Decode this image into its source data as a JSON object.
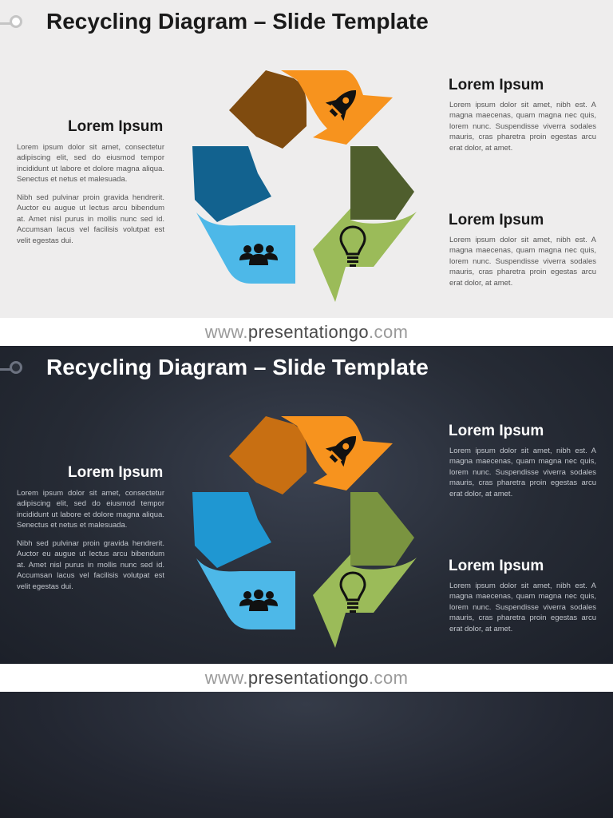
{
  "slides": [
    {
      "theme": "light",
      "title": "Recycling Diagram – Slide Template",
      "left": {
        "heading": "Lorem Ipsum",
        "para1": "Lorem ipsum dolor sit amet, consectetur adipiscing elit, sed do eiusmod tempor incididunt ut labore et dolore magna aliqua. Senectus et netus et malesuada.",
        "para2": "Nibh sed pulvinar proin gravida hendrerit. Auctor eu augue ut lectus arcu bibendum at. Amet nisl purus in mollis nunc sed id. Accumsan lacus vel facilisis volutpat est velit egestas dui."
      },
      "right_top": {
        "heading": "Lorem Ipsum",
        "para": "Lorem ipsum dolor sit amet, nibh est. A magna maecenas, quam magna nec quis, lorem nunc. Suspendisse viverra sodales mauris, cras pharetra proin egestas arcu erat dolor, at amet."
      },
      "right_bottom": {
        "heading": "Lorem Ipsum",
        "para": "Lorem ipsum dolor sit amet, nibh est. A magna maecenas, quam magna nec quis, lorem nunc. Suspendisse viverra sodales mauris, cras pharetra proin egestas arcu erat dolor, at amet."
      },
      "colors": {
        "orange": "#f7931e",
        "orange_tail": "#7f4b0f",
        "green": "#9bbb59",
        "green_tail": "#4f5e2d",
        "blue": "#4db8e8",
        "blue_tail": "#12628f"
      },
      "icons": [
        "rocket-icon",
        "lightbulb-icon",
        "people-icon"
      ]
    },
    {
      "theme": "dark",
      "title": "Recycling Diagram – Slide Template",
      "left": {
        "heading": "Lorem Ipsum",
        "para1": "Lorem ipsum dolor sit amet, consectetur adipiscing elit, sed do eiusmod tempor incididunt ut labore et dolore magna aliqua. Senectus et netus et malesuada.",
        "para2": "Nibh sed pulvinar proin gravida hendrerit. Auctor eu augue ut lectus arcu bibendum at. Amet nisl purus in mollis nunc sed id. Accumsan lacus vel facilisis volutpat est velit egestas dui."
      },
      "right_top": {
        "heading": "Lorem Ipsum",
        "para": "Lorem ipsum dolor sit amet, nibh est. A magna maecenas, quam magna nec quis, lorem nunc. Suspendisse viverra sodales mauris, cras pharetra proin egestas arcu erat dolor, at amet."
      },
      "right_bottom": {
        "heading": "Lorem Ipsum",
        "para": "Lorem ipsum dolor sit amet, nibh est. A magna maecenas, quam magna nec quis, lorem nunc. Suspendisse viverra sodales mauris, cras pharetra proin egestas arcu erat dolor, at amet."
      },
      "colors": {
        "orange": "#f7931e",
        "orange_tail": "#c86f12",
        "green": "#9bbb59",
        "green_tail": "#7a9440",
        "blue": "#4db8e8",
        "blue_tail": "#1f97d2"
      },
      "icons": [
        "rocket-icon",
        "lightbulb-icon",
        "people-icon"
      ]
    }
  ],
  "footer": {
    "prefix": "www.",
    "brand": "presentationgo",
    "suffix": ".com"
  }
}
